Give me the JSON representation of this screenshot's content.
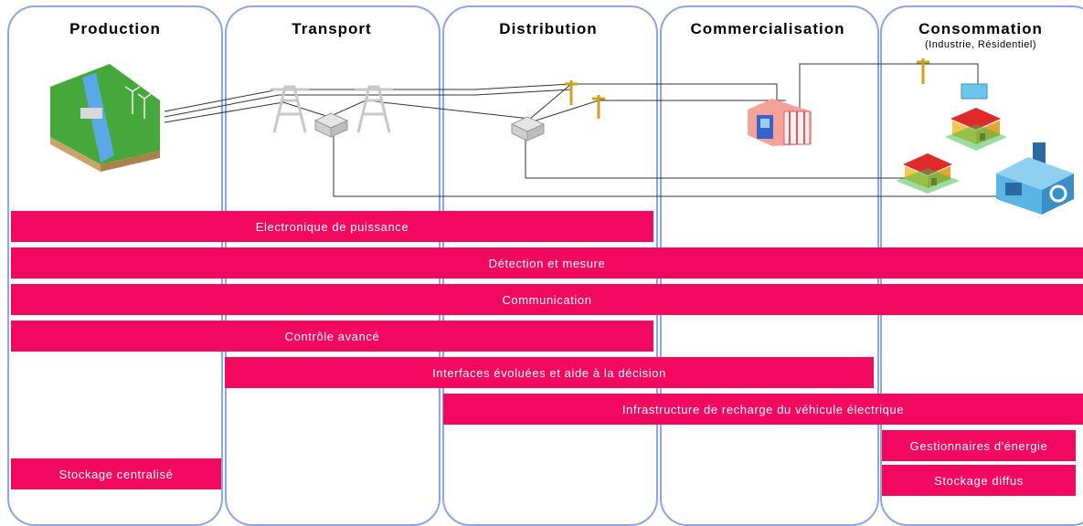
{
  "columns": [
    {
      "title": "Production"
    },
    {
      "title": "Transport"
    },
    {
      "title": "Distribution"
    },
    {
      "title": "Commercialisation"
    },
    {
      "title": "Consommation",
      "subtitle": "(Industrie, Résidentiel)"
    }
  ],
  "bars": [
    {
      "label": "Electronique de puissance"
    },
    {
      "label": "Détection et mesure"
    },
    {
      "label": "Communication"
    },
    {
      "label": "Contrôle avancé"
    },
    {
      "label": "Interfaces évoluées et aide à la décision"
    },
    {
      "label": "Infrastructure de recharge du véhicule électrique"
    },
    {
      "label": "Gestionnaires d'énergie"
    },
    {
      "label": "Stockage centralisé"
    },
    {
      "label": "Stockage diffus"
    }
  ],
  "colors": {
    "bar": "#f2085f",
    "column_border": "#8aa6e8"
  },
  "icons": [
    "hydro-wind-plant-icon",
    "transmission-tower-icon",
    "substation-icon",
    "utility-pole-icon",
    "meter-box-icon",
    "store-building-icon",
    "house-icon",
    "factory-icon"
  ]
}
